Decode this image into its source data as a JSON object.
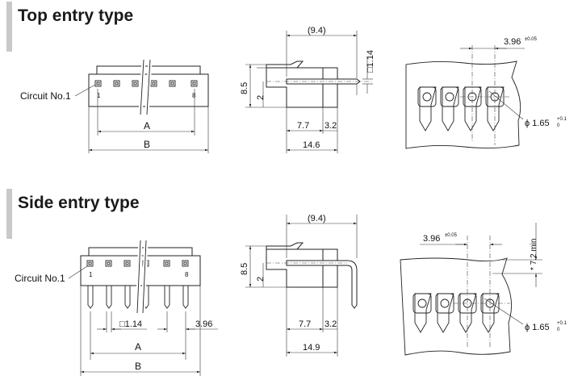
{
  "sections": {
    "top": {
      "title": "Top entry type"
    },
    "side": {
      "title": "Side entry type"
    }
  },
  "labels": {
    "circuit_no1": "Circuit No.1",
    "pin_first": "1",
    "pin_last": "8",
    "dim_a": "A",
    "dim_b": "B",
    "dim_9_4": "(9.4)",
    "dim_8_5": "8.5",
    "dim_2": "2",
    "dim_7_7": "7.7",
    "dim_3_2": "3.2",
    "dim_14_6": "14.6",
    "dim_14_9": "14.9",
    "dim_pin_sq": "□1.14",
    "dim_pitch": "3.96",
    "dim_pitch_tol": "±0.05",
    "dim_hole": "ϕ 1.65",
    "dim_hole_tol_up": "+0.1",
    "dim_hole_tol_down": "0",
    "dim_7_2_min": "* 7.2 min"
  }
}
